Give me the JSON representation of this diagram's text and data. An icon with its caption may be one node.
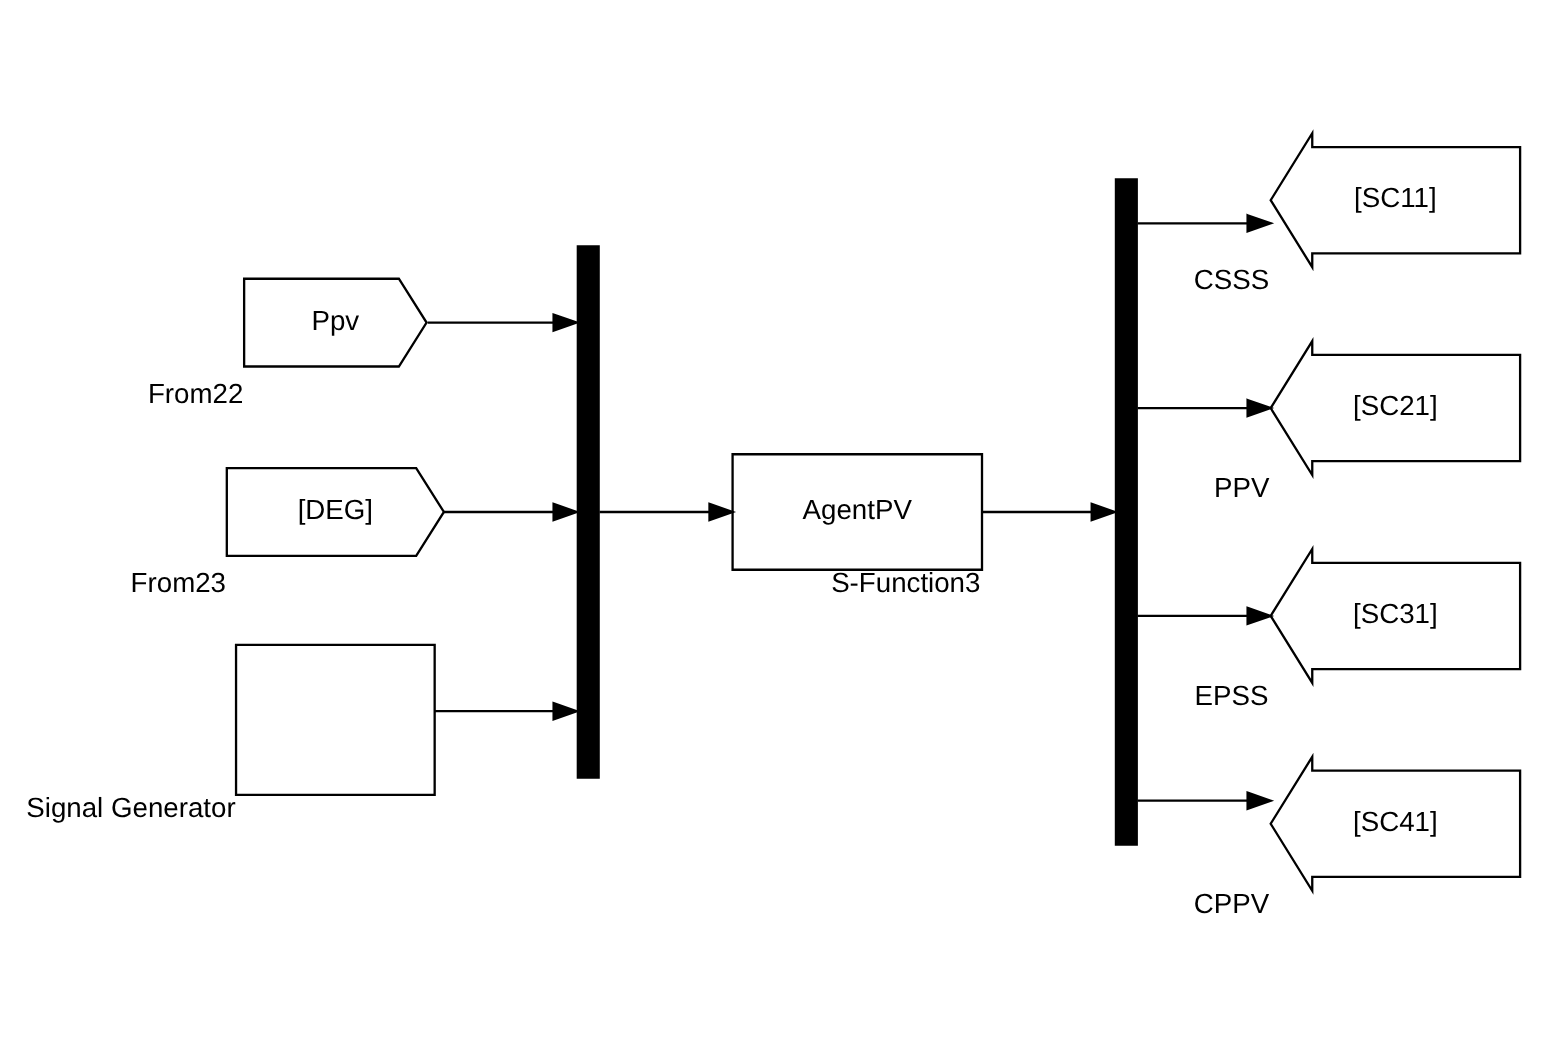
{
  "diagram": {
    "nodes": [
      {
        "text": [
          "Ppv"
        ],
        "beside": [
          "From22"
        ]
      },
      {
        "text": [
          "[DEG]"
        ],
        "beside": [
          "From23"
        ]
      },
      {
        "text": [],
        "shape": "box",
        "beside": [
          "Signal Generator"
        ]
      },
      {
        "text": [],
        "shape": "bar"
      },
      {
        "text": [
          "AgentPV"
        ],
        "beside": [
          "S-Function3"
        ]
      },
      {
        "text": [],
        "shape": "bar"
      },
      {
        "text": [
          "[SC11]"
        ],
        "beside": [
          "CSSS"
        ]
      },
      {
        "text": [
          "[SC21]"
        ],
        "beside": [
          "PPV"
        ]
      },
      {
        "text": [
          "[SC31]"
        ],
        "beside": [
          "EPSS"
        ]
      },
      {
        "text": [
          "[SC41]"
        ],
        "beside": [
          "CPPV"
        ]
      }
    ],
    "edges": [
      {
        "from": 0,
        "to": 3,
        "arrow": "to"
      },
      {
        "from": 1,
        "to": 3,
        "arrow": "to"
      },
      {
        "from": 2,
        "to": 3,
        "arrow": "to"
      },
      {
        "from": 3,
        "to": 4,
        "arrow": "to"
      },
      {
        "from": 4,
        "to": 5,
        "arrow": "to"
      },
      {
        "from": 5,
        "to": 6,
        "arrow": "to"
      },
      {
        "from": 5,
        "to": 7,
        "arrow": "to"
      },
      {
        "from": 5,
        "to": 8,
        "arrow": "to"
      },
      {
        "from": 5,
        "to": 9,
        "arrow": "to"
      }
    ]
  }
}
